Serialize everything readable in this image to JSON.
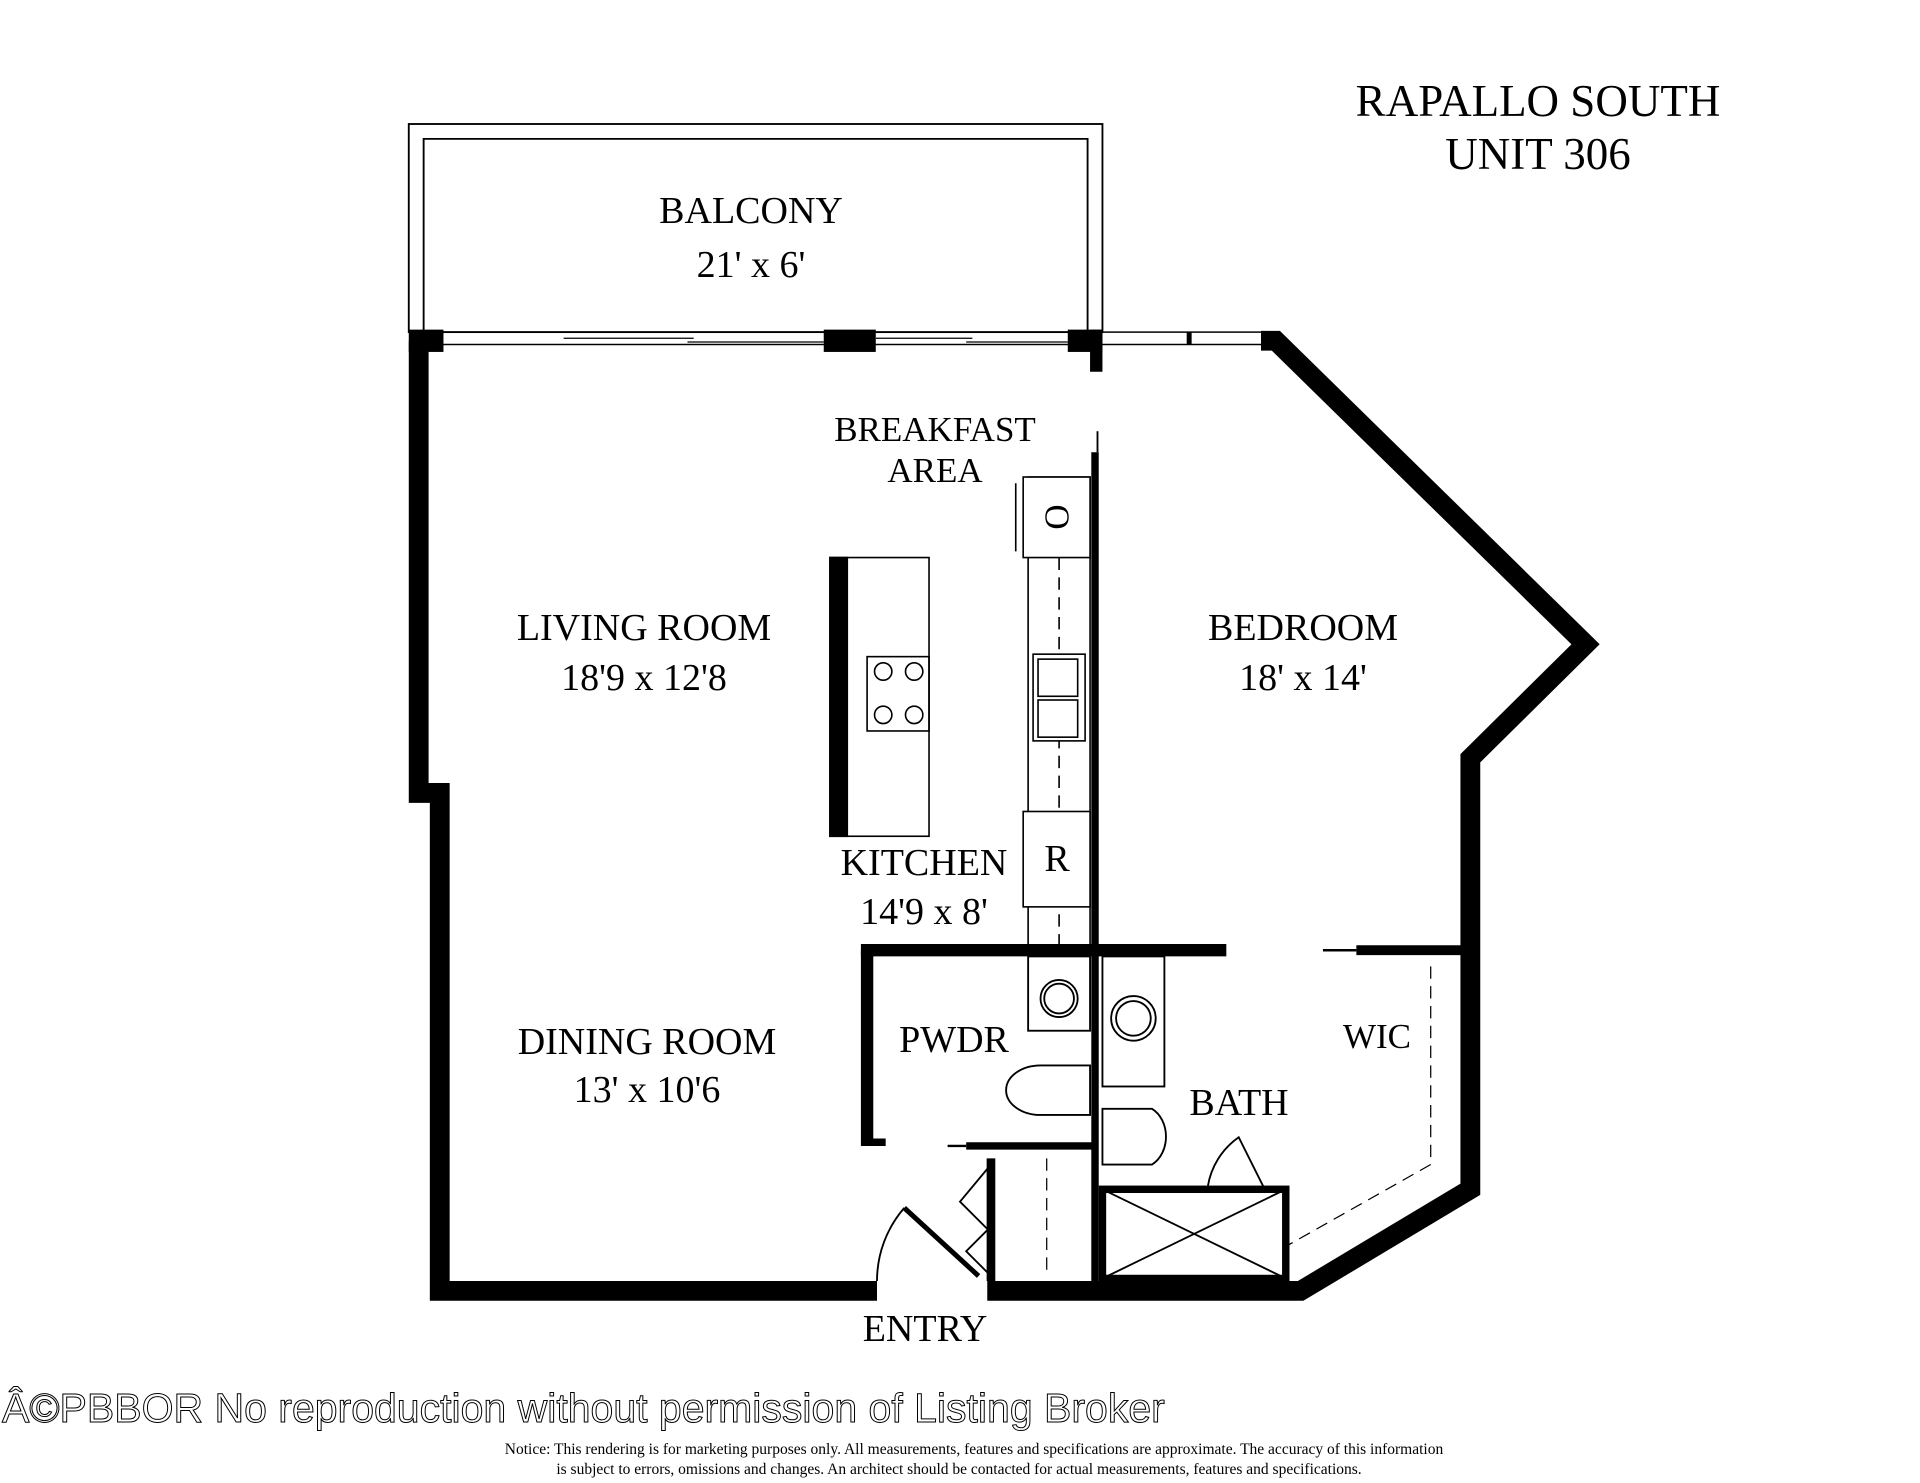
{
  "title": {
    "line1": "RAPALLO SOUTH",
    "line2": "UNIT 306"
  },
  "rooms": {
    "balcony": {
      "name": "BALCONY",
      "size": "21' x 6'"
    },
    "breakfast": {
      "line1": "BREAKFAST",
      "line2": "AREA"
    },
    "living": {
      "name": "LIVING ROOM",
      "size": "18'9 x 12'8"
    },
    "bedroom": {
      "name": "BEDROOM",
      "size": "18' x 14'"
    },
    "kitchen": {
      "name": "KITCHEN",
      "size": "14'9 x 8'"
    },
    "dining": {
      "name": "DINING ROOM",
      "size": "13' x 10'6"
    },
    "pwdr": {
      "name": "PWDR"
    },
    "bath": {
      "name": "BATH"
    },
    "wic": {
      "name": "WIC"
    },
    "entry": {
      "name": "ENTRY"
    }
  },
  "appliances": {
    "oven": "O",
    "refrigerator": "R"
  },
  "notice": {
    "line1": "Notice: This rendering is for marketing purposes only. All measurements, features and specifications are approximate. The accuracy of this information",
    "line2": "is subject to errors, omissions and changes. An architect should be contacted for actual measurements, features and specifications."
  },
  "watermark": "Â©PBBOR No reproduction without permission of Listing Broker"
}
